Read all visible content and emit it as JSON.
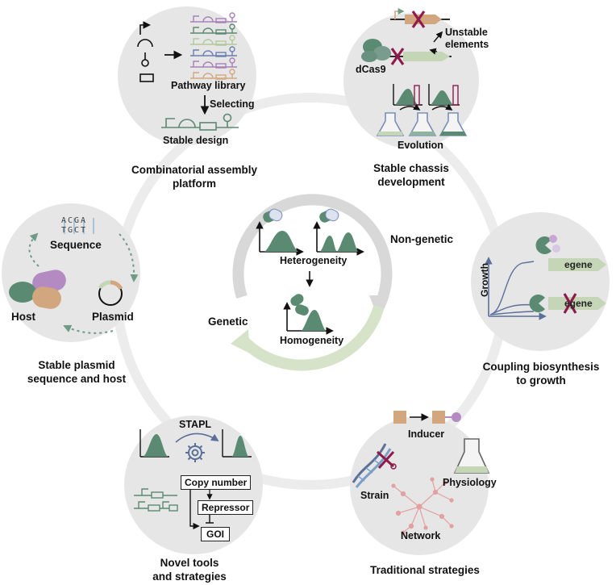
{
  "center": {
    "heterogeneity": "Heterogeneity",
    "homogeneity": "Homogeneity",
    "non_genetic": "Non-genetic",
    "genetic": "Genetic"
  },
  "modules": {
    "combinatorial": {
      "title_line1": "Combinatorial assembly",
      "title_line2": "platform",
      "pathway_library": "Pathway library",
      "selecting": "Selecting",
      "stable_design": "Stable design"
    },
    "chassis": {
      "title_line1": "Stable chassis",
      "title_line2": "development",
      "unstable_line1": "Unstable",
      "unstable_line2": "elements",
      "dcas9": "dCas9",
      "evolution": "Evolution"
    },
    "coupling": {
      "title_line1": "Coupling biosynthesis",
      "title_line2": "to growth",
      "growth_axis": "Growth",
      "egene_top": "egene",
      "egene_bottom": "egene"
    },
    "traditional": {
      "title": "Traditional strategies",
      "inducer": "Inducer",
      "strain": "Strain",
      "physiology": "Physiology",
      "network": "Network"
    },
    "novel": {
      "title_line1": "Novel tools",
      "title_line2": "and strategies",
      "stapl": "STAPL",
      "copy_number": "Copy number",
      "repressor": "Repressor",
      "goi": "GOI"
    },
    "plasmid": {
      "title_line1": "Stable plasmid",
      "title_line2": "sequence and host",
      "seq_top": "ACGA",
      "seq_bottom": "TGCT",
      "sequence": "Sequence",
      "host": "Host",
      "plasmid": "Plasmid"
    }
  },
  "colors": {
    "circle_fill": "#e6e6e6",
    "ring": "#e9e9e9",
    "dark_green": "#5b8a72",
    "light_green": "#c5d6b6",
    "tan": "#d2a77f",
    "purple": "#a980b8",
    "maroon": "#8e1b4c",
    "blue_gray": "#5a6f9a"
  }
}
